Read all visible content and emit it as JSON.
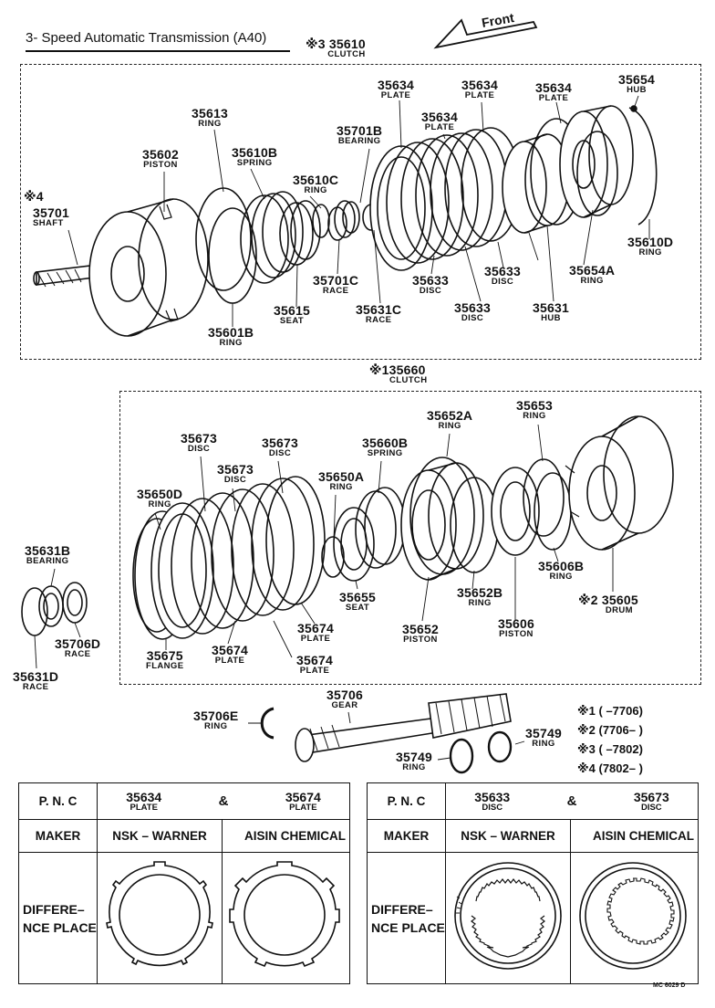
{
  "title": "3- Speed Automatic Transmission (A40)",
  "front_label": "Front",
  "groups": [
    {
      "mark": "※3",
      "number": "35610",
      "label": "CLUTCH"
    },
    {
      "mark": "※1",
      "number": "35660",
      "label": "CLUTCH"
    }
  ],
  "callouts": [
    {
      "number": "35613",
      "label": "RING"
    },
    {
      "number": "35602",
      "label": "PISTON"
    },
    {
      "number": "35610B",
      "label": "SPRING"
    },
    {
      "number": "35701B",
      "label": "BEARING"
    },
    {
      "number": "35634",
      "label": "PLATE"
    },
    {
      "number": "35634",
      "label": "PLATE"
    },
    {
      "number": "35634",
      "label": "PLATE"
    },
    {
      "number": "35634",
      "label": "PLATE"
    },
    {
      "number": "35654",
      "label": "HUB"
    },
    {
      "number": "35610C",
      "label": "RING"
    },
    {
      "mark": "※4",
      "number": "35701",
      "label": "SHAFT"
    },
    {
      "number": "35610D",
      "label": "RING"
    },
    {
      "number": "35633",
      "label": "DISC"
    },
    {
      "number": "35633",
      "label": "DISC"
    },
    {
      "number": "35654A",
      "label": "RING"
    },
    {
      "number": "35701C",
      "label": "RACE"
    },
    {
      "number": "35633",
      "label": "DISC"
    },
    {
      "number": "35615",
      "label": "SEAT"
    },
    {
      "number": "35631C",
      "label": "RACE"
    },
    {
      "number": "35631",
      "label": "HUB"
    },
    {
      "number": "35601B",
      "label": "RING"
    },
    {
      "number": "35653",
      "label": "RING"
    },
    {
      "number": "35652A",
      "label": "RING"
    },
    {
      "number": "35673",
      "label": "DISC"
    },
    {
      "number": "35673",
      "label": "DISC"
    },
    {
      "number": "35660B",
      "label": "SPRING"
    },
    {
      "number": "35673",
      "label": "DISC"
    },
    {
      "number": "35650A",
      "label": "RING"
    },
    {
      "number": "35650D",
      "label": "RING"
    },
    {
      "number": "35606B",
      "label": "RING"
    },
    {
      "number": "35631B",
      "label": "BEARING"
    },
    {
      "number": "35652B",
      "label": "RING"
    },
    {
      "number": "35655",
      "label": "SEAT"
    },
    {
      "mark": "※2",
      "number": "35605",
      "label": "DRUM"
    },
    {
      "number": "35606",
      "label": "PISTON"
    },
    {
      "number": "35674",
      "label": "PLATE"
    },
    {
      "number": "35706D",
      "label": "RACE"
    },
    {
      "number": "35652",
      "label": "PISTON"
    },
    {
      "number": "35675",
      "label": "FLANGE"
    },
    {
      "number": "35674",
      "label": "PLATE"
    },
    {
      "number": "35674",
      "label": "PLATE"
    },
    {
      "number": "35631D",
      "label": "RACE"
    },
    {
      "number": "35706",
      "label": "GEAR"
    },
    {
      "number": "35706E",
      "label": "RING"
    },
    {
      "number": "35749",
      "label": "RING"
    },
    {
      "number": "35749",
      "label": "RING"
    }
  ],
  "legend": [
    {
      "mark": "※1",
      "range": "(        –7706)"
    },
    {
      "mark": "※2",
      "range": "(7706–        )"
    },
    {
      "mark": "※3",
      "range": "(        –7802)"
    },
    {
      "mark": "※4",
      "range": "(7802–        )"
    }
  ],
  "tables": [
    {
      "pnc_label": "P. N. C",
      "part_a": {
        "number": "35634",
        "label": "PLATE"
      },
      "amp": "&",
      "part_b": {
        "number": "35674",
        "label": "PLATE"
      },
      "maker_label": "MAKER",
      "maker_a": "NSK – WARNER",
      "maker_b": "AISIN CHEMICAL",
      "difference_label": "DIFFERE– NCE PLACE"
    },
    {
      "pnc_label": "P. N. C",
      "part_a": {
        "number": "35633",
        "label": "DISC"
      },
      "amp": "&",
      "part_b": {
        "number": "35673",
        "label": "DISC"
      },
      "maker_label": "MAKER",
      "maker_a": "NSK – WARNER",
      "maker_b": "AISIN CHEMICAL",
      "difference_label": "DIFFERE– NCE PLACE"
    }
  ],
  "figure_code": "MC 6029 D"
}
